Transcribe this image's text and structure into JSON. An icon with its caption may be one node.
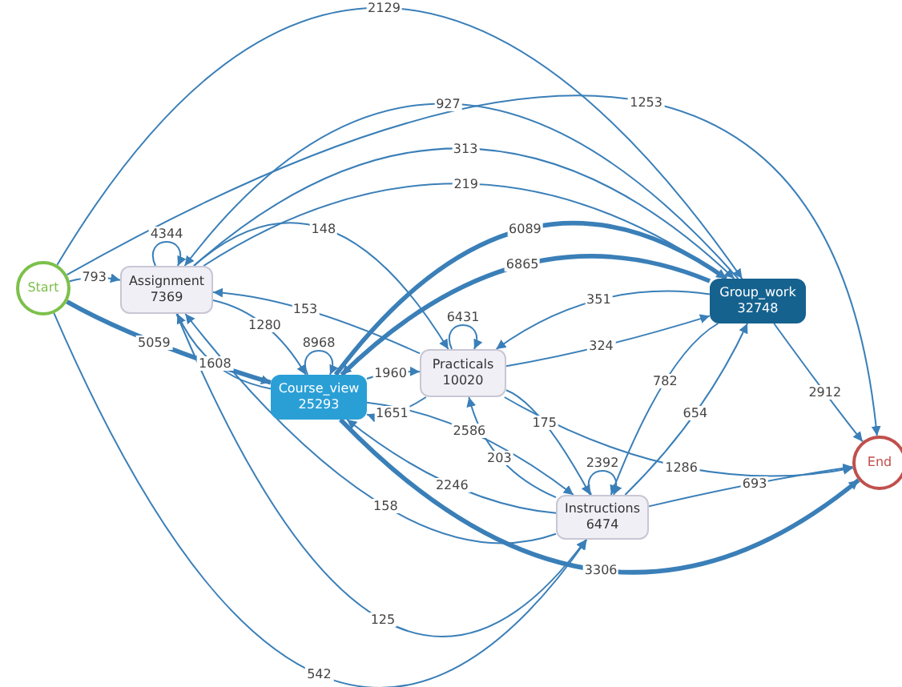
{
  "diagram": {
    "nodes": [
      {
        "text": [
          "Start"
        ]
      },
      {
        "text": [
          "Assignment",
          "7369"
        ]
      },
      {
        "text": [
          "Course_view",
          "25293"
        ]
      },
      {
        "text": [
          "Practicals",
          "10020"
        ]
      },
      {
        "text": [
          "Group_work",
          "32748"
        ]
      },
      {
        "text": [
          "Instructions",
          "6474"
        ]
      },
      {
        "text": [
          "End"
        ]
      }
    ],
    "edges": [
      {
        "from": 0,
        "to": 1,
        "arrow": "to",
        "label": "793"
      },
      {
        "from": 0,
        "to": 2,
        "arrow": "to",
        "label": "5059",
        "style": "thick"
      },
      {
        "from": 0,
        "to": 4,
        "arrow": "to",
        "label": "2129"
      },
      {
        "from": 0,
        "to": 5,
        "arrow": "to",
        "label": "542"
      },
      {
        "from": 0,
        "to": 6,
        "arrow": "to",
        "label": "1253"
      },
      {
        "from": 1,
        "to": 1,
        "arrow": "to",
        "label": "4344"
      },
      {
        "from": 4,
        "to": 1,
        "arrow": "to",
        "label": "927"
      },
      {
        "from": 1,
        "to": 4,
        "arrow": "to",
        "label": "313"
      },
      {
        "from": 1,
        "to": 4,
        "arrow": "to",
        "label": "219"
      },
      {
        "from": 1,
        "to": 3,
        "arrow": "to",
        "label": "148"
      },
      {
        "from": 3,
        "to": 1,
        "arrow": "to",
        "label": "153"
      },
      {
        "from": 1,
        "to": 2,
        "arrow": "to",
        "label": "1280"
      },
      {
        "from": 2,
        "to": 1,
        "arrow": "to",
        "label": "1608"
      },
      {
        "from": 2,
        "to": 2,
        "arrow": "to",
        "label": "8968"
      },
      {
        "from": 2,
        "to": 4,
        "arrow": "to",
        "label": "6089",
        "style": "thick"
      },
      {
        "from": 4,
        "to": 2,
        "arrow": "to",
        "label": "6865",
        "style": "thick"
      },
      {
        "from": 3,
        "to": 3,
        "arrow": "to",
        "label": "6431"
      },
      {
        "from": 4,
        "to": 3,
        "arrow": "to",
        "label": "351"
      },
      {
        "from": 3,
        "to": 4,
        "arrow": "to",
        "label": "324"
      },
      {
        "from": 2,
        "to": 3,
        "arrow": "to",
        "label": "1960"
      },
      {
        "from": 3,
        "to": 2,
        "arrow": "to",
        "label": "1651"
      },
      {
        "from": 2,
        "to": 5,
        "arrow": "to",
        "label": "2586"
      },
      {
        "from": 5,
        "to": 2,
        "arrow": "to",
        "label": "2246"
      },
      {
        "from": 3,
        "to": 5,
        "arrow": "to",
        "label": "175"
      },
      {
        "from": 5,
        "to": 3,
        "arrow": "to",
        "label": "203"
      },
      {
        "from": 5,
        "to": 5,
        "arrow": "to",
        "label": "2392"
      },
      {
        "from": 4,
        "to": 5,
        "arrow": "to",
        "label": "782"
      },
      {
        "from": 5,
        "to": 4,
        "arrow": "to",
        "label": "654"
      },
      {
        "from": 4,
        "to": 6,
        "arrow": "to",
        "label": "2912"
      },
      {
        "from": 3,
        "to": 6,
        "arrow": "to",
        "label": "1286"
      },
      {
        "from": 5,
        "to": 6,
        "arrow": "to",
        "label": "693"
      },
      {
        "from": 2,
        "to": 6,
        "arrow": "to",
        "label": "3306",
        "style": "thick"
      },
      {
        "from": 5,
        "to": 1,
        "arrow": "to",
        "label": "158"
      },
      {
        "from": 1,
        "to": 5,
        "arrow": "to",
        "label": "125"
      }
    ]
  }
}
